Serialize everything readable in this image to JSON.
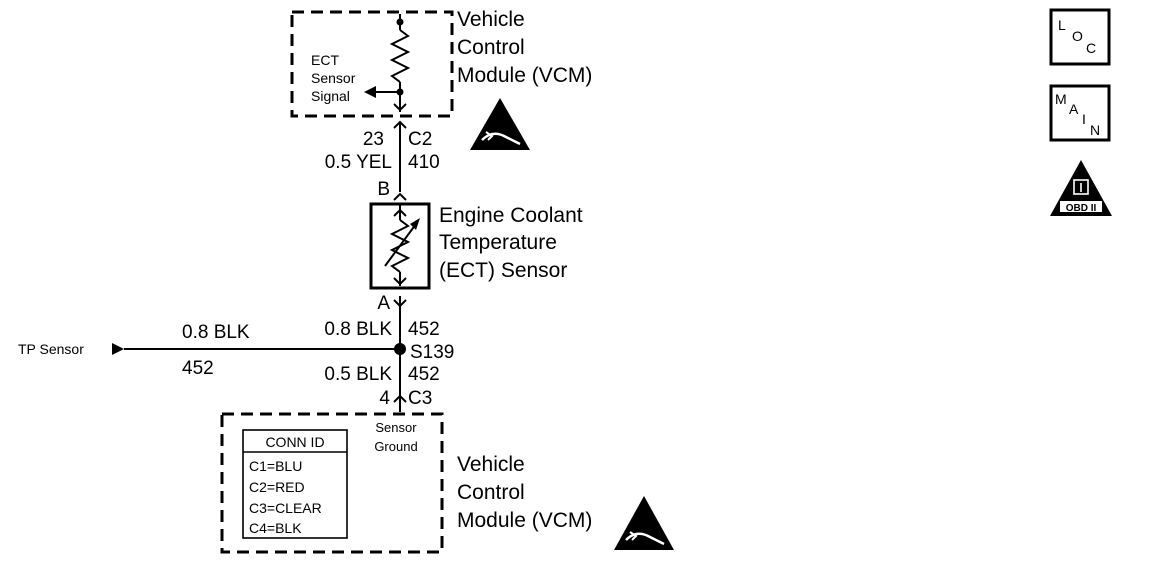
{
  "vcm_top": {
    "title_lines": [
      "Vehicle",
      "Control",
      "Module (VCM)"
    ],
    "signal_lines": [
      "ECT",
      "Sensor",
      "Signal"
    ]
  },
  "connector_c2": {
    "pin": "23",
    "connector": "C2",
    "wire_gauge_color": "0.5 YEL",
    "circuit": "410"
  },
  "ect_sensor": {
    "terminal_b": "B",
    "terminal_a": "A",
    "title_lines": [
      "Engine Coolant",
      "Temperature",
      "(ECT) Sensor"
    ]
  },
  "splice": {
    "upper_wire": "0.8 BLK",
    "upper_circuit": "452",
    "splice_id": "S139",
    "lower_wire": "0.5 BLK",
    "lower_circuit": "452"
  },
  "tp_sensor": {
    "label": "TP Sensor",
    "wire": "0.8 BLK",
    "circuit": "452"
  },
  "connector_c3": {
    "pin": "4",
    "connector": "C3"
  },
  "vcm_bottom": {
    "ground_lines": [
      "Sensor",
      "Ground"
    ],
    "title_lines": [
      "Vehicle",
      "Control",
      "Module (VCM)"
    ],
    "conn_id": {
      "header": "CONN ID",
      "rows": [
        "C1=BLU",
        "C2=RED",
        "C3=CLEAR",
        "C4=BLK"
      ]
    }
  },
  "side_icons": {
    "loc": [
      "L",
      "O",
      "C"
    ],
    "main": [
      "M",
      "A",
      "I",
      "N"
    ],
    "obd": "OBD II"
  }
}
